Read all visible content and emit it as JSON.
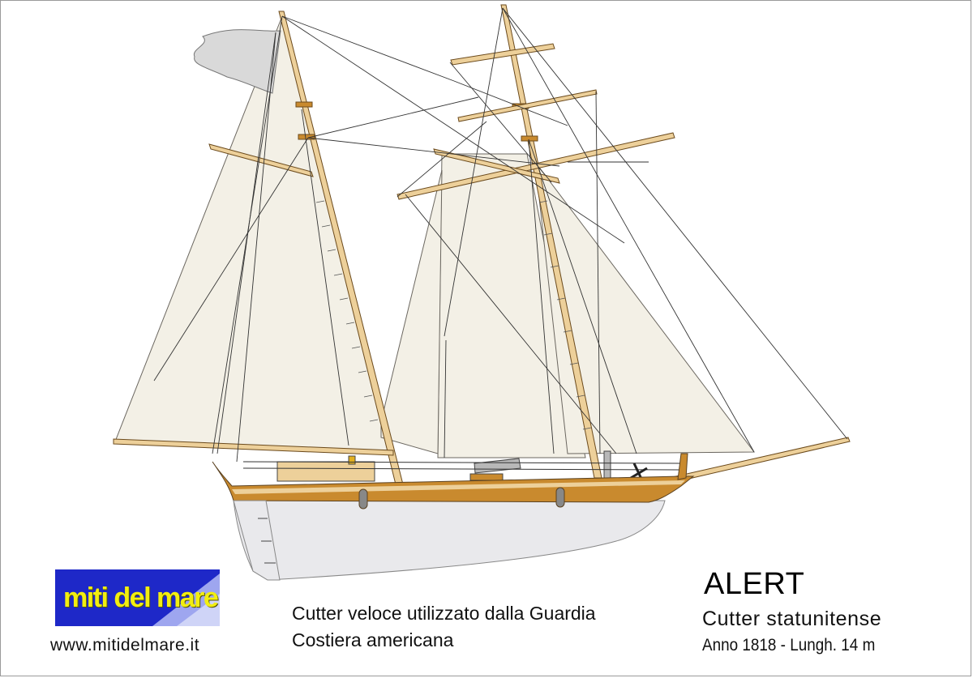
{
  "ship_name": "ALERT",
  "ship_type": "Cutter statunitense",
  "ship_specs": "Anno 1818 - Lungh. 14 m",
  "description_line1": "Cutter veloce utilizzato dalla Guardia",
  "description_line2": "Costiera americana",
  "logo_text": "miti del mare",
  "website": "www.mitidelmare.it",
  "colors": {
    "sail": "#f3f0e6",
    "hull_bottom": "#e9e9ec",
    "wood": "#c98a2e",
    "spar": "#edd09a",
    "logo_bg": "#1e28c8",
    "logo_text": "#f2ee10"
  }
}
